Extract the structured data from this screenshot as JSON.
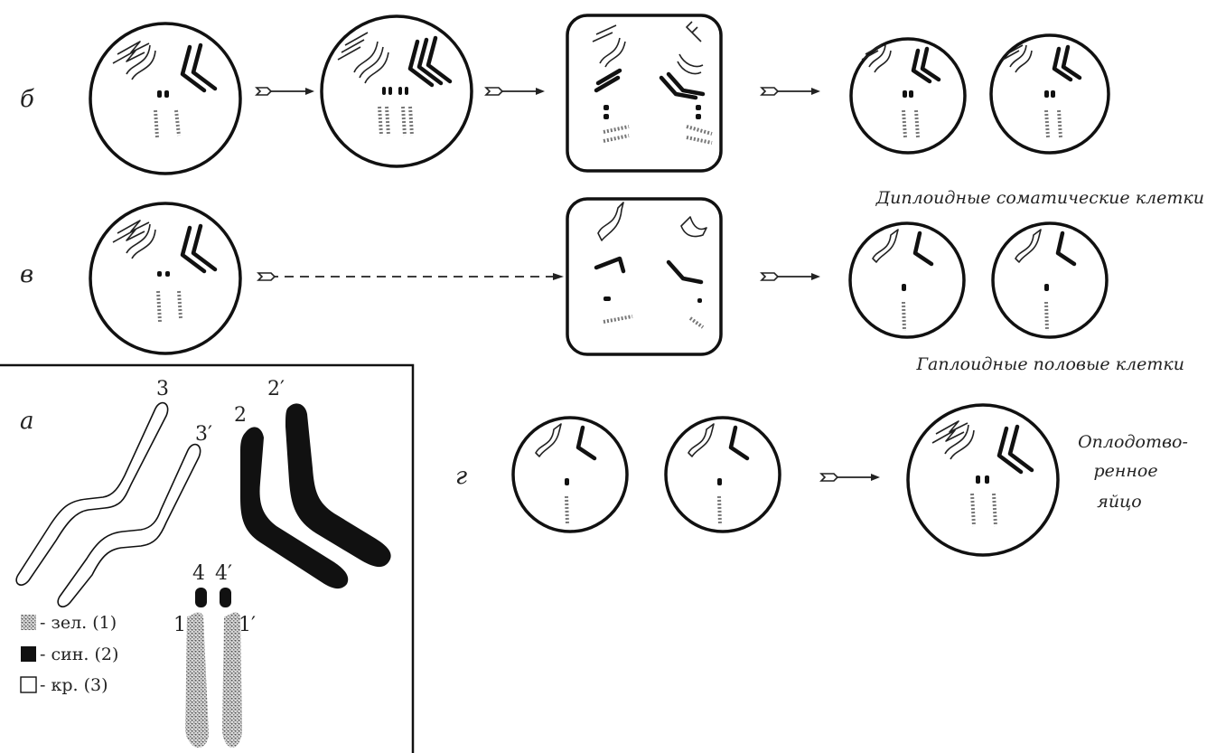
{
  "rows": {
    "b": "б",
    "v": "в",
    "a": "а",
    "g": "г"
  },
  "captions": {
    "diploid": "Диплоидные соматические клетки",
    "haploid": "Гаплоидные половые клетки",
    "fertilized_line1": "Оплодотво-",
    "fertilized_line2": "ренное",
    "fertilized_line3": "яйцо"
  },
  "chromosome_labels": {
    "c3": "3",
    "c3p": "3′",
    "c2": "2",
    "c2p": "2′",
    "c4": "4",
    "c4p": "4′",
    "c1": "1",
    "c1p": "1′"
  },
  "legend": {
    "green": "- зел. (1)",
    "blue": "- син. (2)",
    "red": "- кр. (3)"
  },
  "colors": {
    "blue_chromosome": "#111111",
    "green_chromosome": "#8a8a8a",
    "red_chromosome": "#ffffff"
  }
}
